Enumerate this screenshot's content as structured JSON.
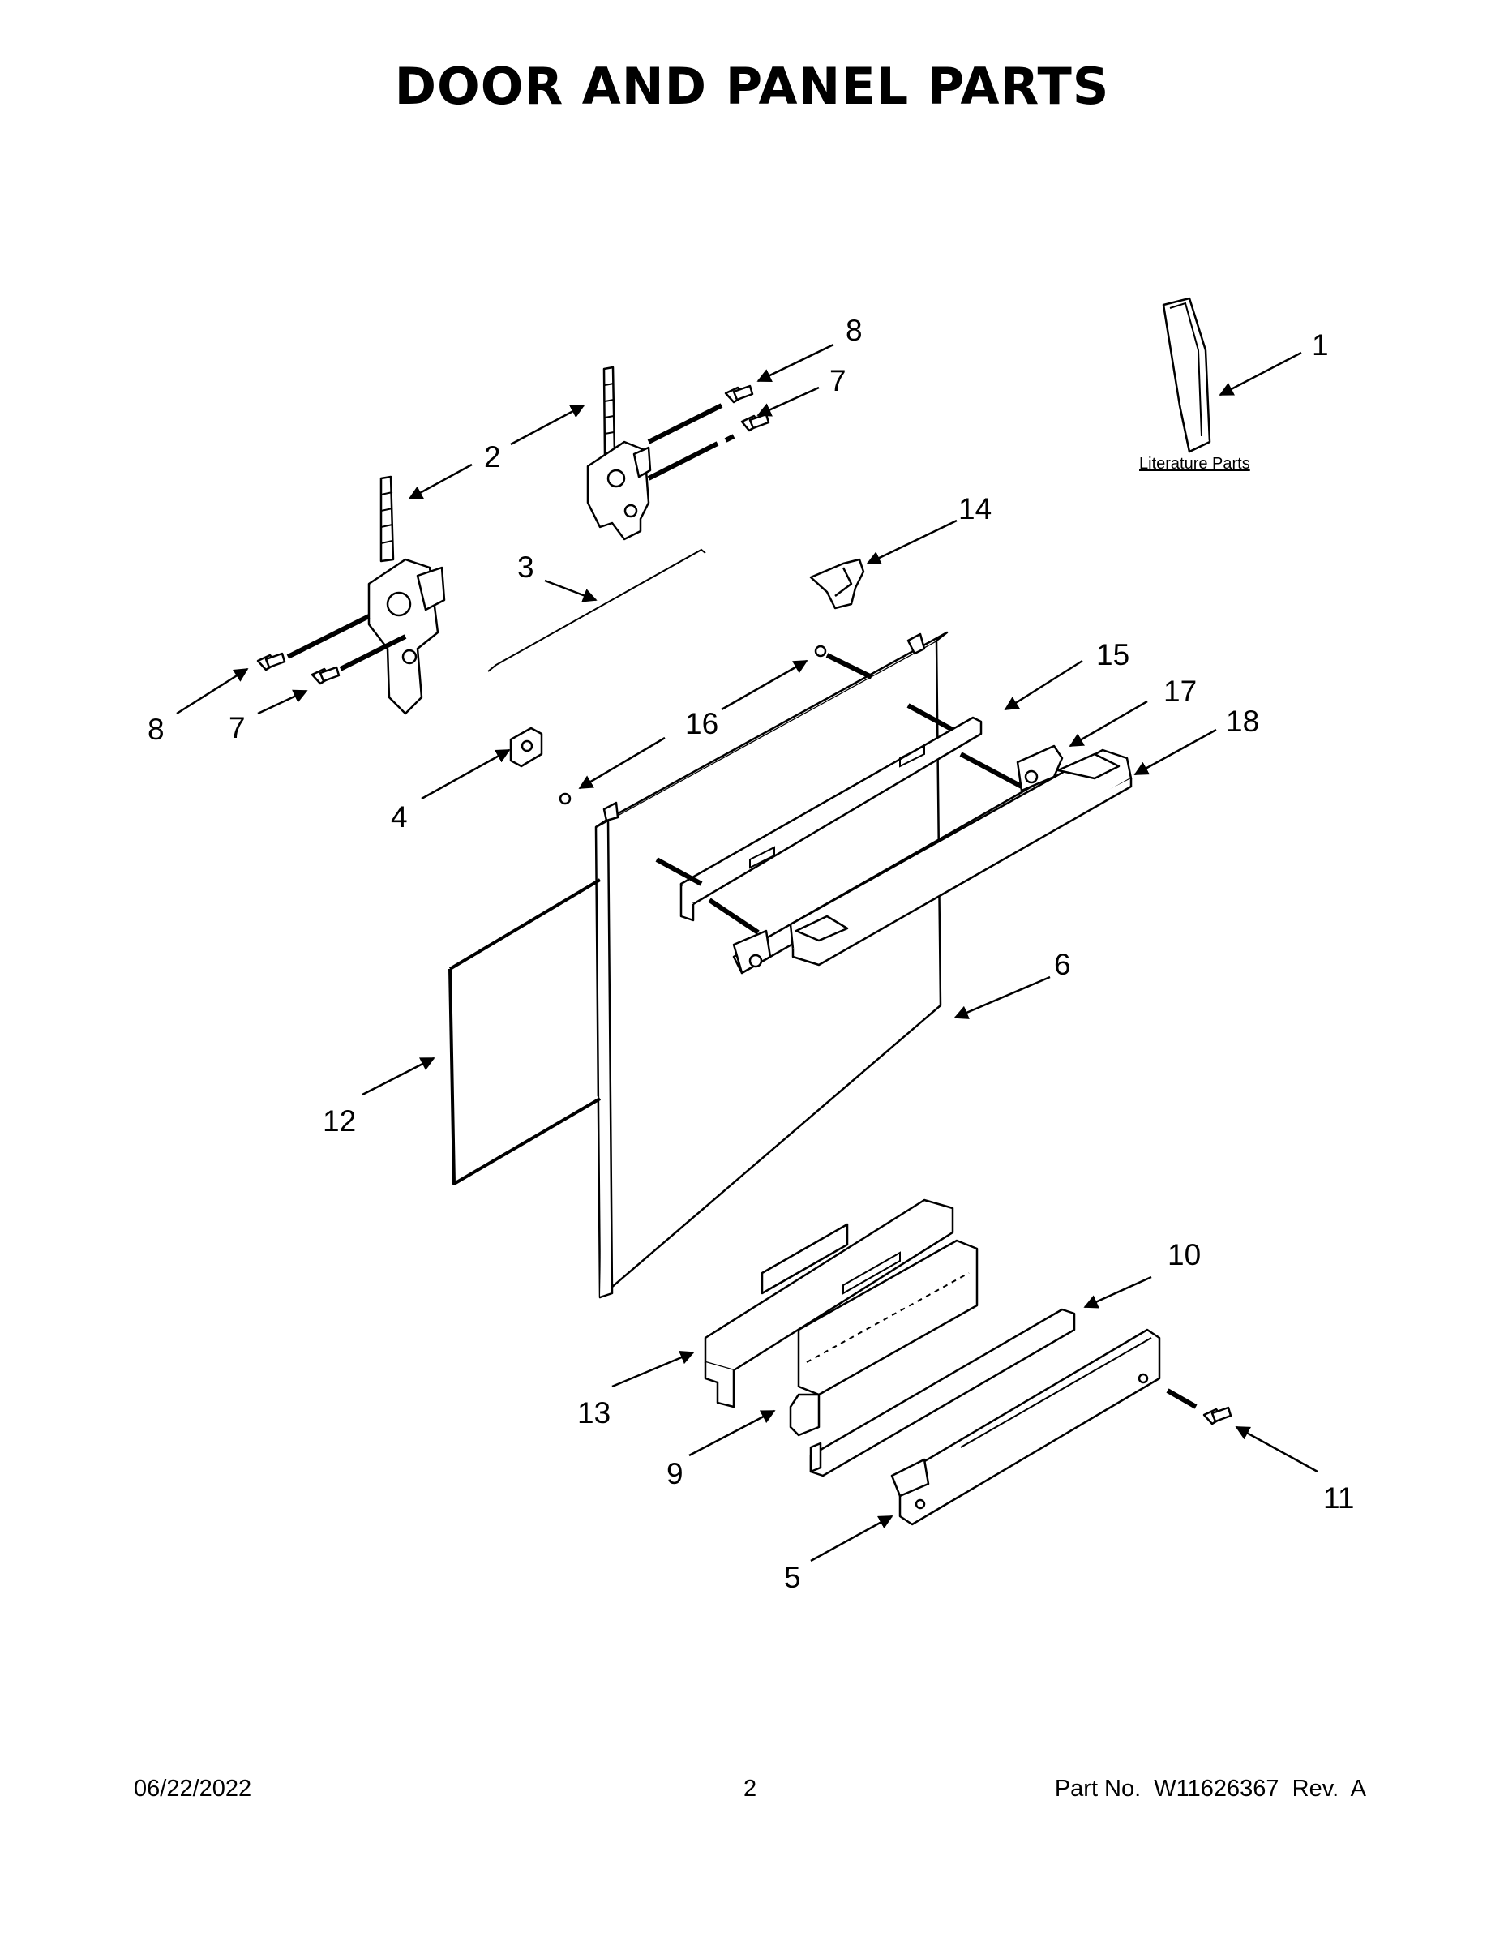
{
  "title": "DOOR AND PANEL PARTS",
  "literature_label": "Literature Parts",
  "callouts": [
    {
      "id": "c-1",
      "label": "1"
    },
    {
      "id": "c-2",
      "label": "2"
    },
    {
      "id": "c-3",
      "label": "3"
    },
    {
      "id": "c-4",
      "label": "4"
    },
    {
      "id": "c-5",
      "label": "5"
    },
    {
      "id": "c-6",
      "label": "6"
    },
    {
      "id": "c-7a",
      "label": "7"
    },
    {
      "id": "c-7b",
      "label": "7"
    },
    {
      "id": "c-8a",
      "label": "8"
    },
    {
      "id": "c-8b",
      "label": "8"
    },
    {
      "id": "c-9",
      "label": "9"
    },
    {
      "id": "c-10",
      "label": "10"
    },
    {
      "id": "c-11",
      "label": "11"
    },
    {
      "id": "c-12",
      "label": "12"
    },
    {
      "id": "c-13",
      "label": "13"
    },
    {
      "id": "c-14",
      "label": "14"
    },
    {
      "id": "c-15",
      "label": "15"
    },
    {
      "id": "c-16",
      "label": "16"
    },
    {
      "id": "c-17",
      "label": "17"
    },
    {
      "id": "c-18",
      "label": "18"
    }
  ],
  "footer": {
    "date": "06/22/2022",
    "page": "2",
    "part_number": "Part No.  W11626367  Rev.  A"
  }
}
